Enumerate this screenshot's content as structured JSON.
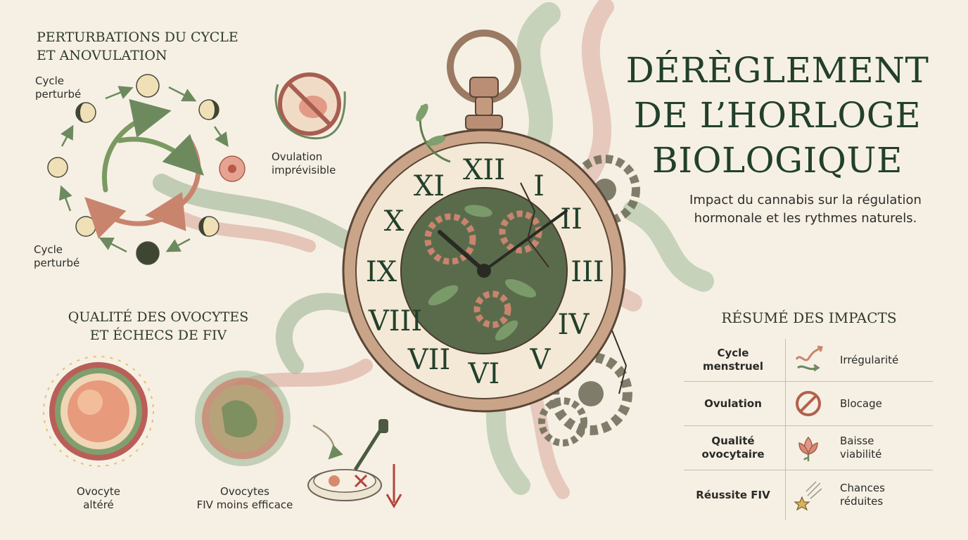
{
  "title": {
    "line1": "DÉRÈGLEMENT",
    "line2": "DE L’HORLOGE",
    "line3": "BIOLOGIQUE"
  },
  "subtitle": {
    "line1": "Impact du cannabis sur la régulation",
    "line2": "hormonale et les rythmes naturels."
  },
  "section_cycle": {
    "title_line1": "PERTURBATIONS DU CYCLE",
    "title_line2": "ET ANOVULATION",
    "label_top_1": "Cycle",
    "label_top_2": "perturbé",
    "label_bottom_1": "Cycle",
    "label_bottom_2": "perturbé",
    "ovulation_1": "Ovulation",
    "ovulation_2": "imprévisible"
  },
  "section_ovocytes": {
    "title_line1": "QUALITÉ DES OVOCYTES",
    "title_line2": "ET ÉCHECS DE FIV",
    "label_a_1": "Ovocyte",
    "label_a_2": "altéré",
    "label_b_1": "Ovocytes",
    "label_b_2": "FIV moins efficace"
  },
  "summary": {
    "title": "RÉSUMÉ DES IMPACTS",
    "rows": [
      {
        "label_1": "Cycle",
        "label_2": "menstruel",
        "icon": "irregular-arrows-icon",
        "impact_1": "Irrégularité",
        "impact_2": ""
      },
      {
        "label_1": "Ovulation",
        "label_2": "",
        "icon": "blocked-circle-icon",
        "impact_1": "Blocage",
        "impact_2": ""
      },
      {
        "label_1": "Qualité",
        "label_2": "ovocytaire",
        "icon": "lotus-flower-icon",
        "impact_1": "Baisse",
        "impact_2": "viabilité"
      },
      {
        "label_1": "Réussite FIV",
        "label_2": "",
        "icon": "falling-star-icon",
        "impact_1": "Chances",
        "impact_2": "réduites"
      }
    ]
  },
  "colors": {
    "background": "#f6f0e4",
    "green": "#5e8a5a",
    "dark_green": "#22402c",
    "rose": "#c98476",
    "clock_face": "#f3e9d6"
  }
}
